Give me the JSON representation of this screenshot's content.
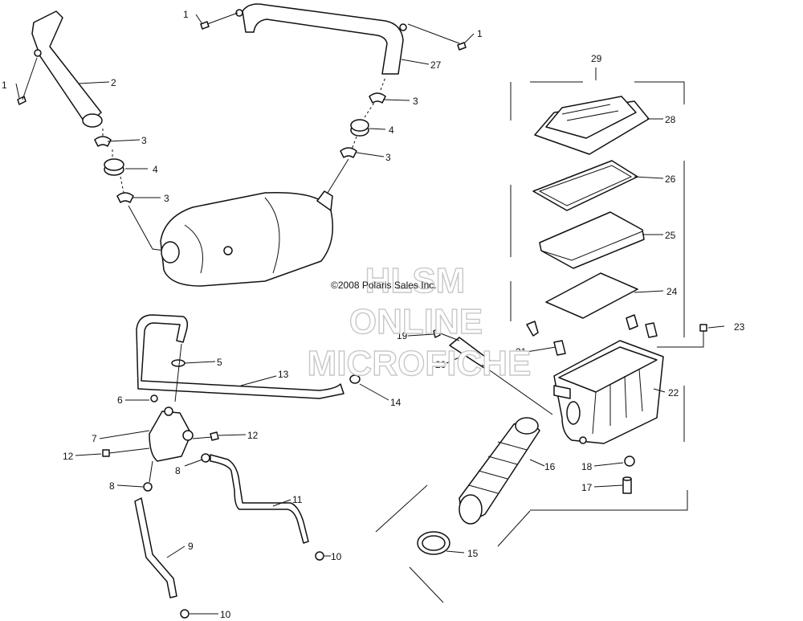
{
  "diagram": {
    "copyright": "©2008 Polaris Sales Inc.",
    "watermark": [
      "HLSM",
      "ONLINE",
      "MICROFICHE"
    ],
    "callouts": {
      "c1a": "1",
      "c1b": "1",
      "c1c": "1",
      "c2": "2",
      "c3a": "3",
      "c3b": "3",
      "c3c": "3",
      "c3d": "3",
      "c4a": "4",
      "c4b": "4",
      "c5": "5",
      "c6": "6",
      "c7": "7",
      "c8a": "8",
      "c8b": "8",
      "c9": "9",
      "c10a": "10",
      "c10b": "10",
      "c11": "11",
      "c12a": "12",
      "c12b": "12",
      "c13": "13",
      "c14": "14",
      "c15": "15",
      "c16": "16",
      "c17": "17",
      "c18": "18",
      "c19": "19",
      "c20": "20",
      "c21": "21",
      "c22": "22",
      "c23": "23",
      "c24": "24",
      "c25": "25",
      "c26": "26",
      "c27": "27",
      "c28": "28",
      "c29": "29"
    }
  }
}
